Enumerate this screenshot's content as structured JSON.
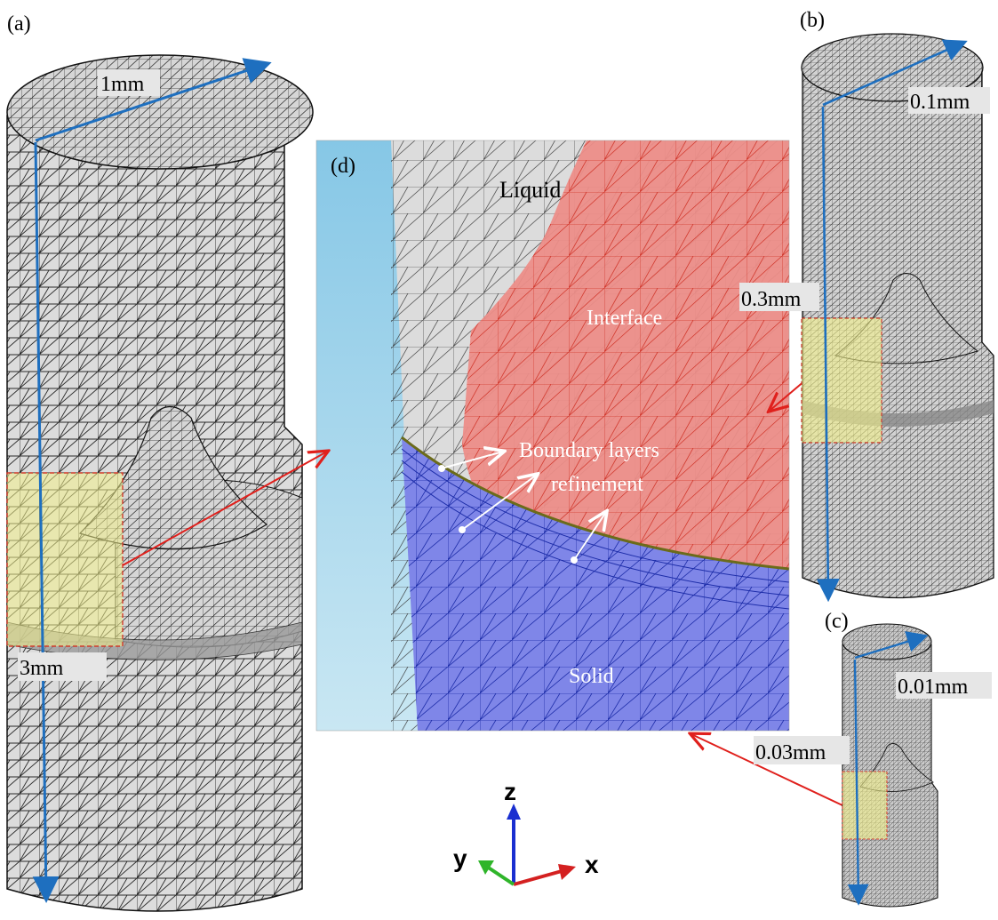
{
  "panels": {
    "a": {
      "label": "(a)",
      "top_dim": "1mm",
      "height_dim": "3mm"
    },
    "b": {
      "label": "(b)",
      "top_dim": "0.1mm",
      "height_dim": "0.3mm"
    },
    "c": {
      "label": "(c)",
      "top_dim": "0.01mm",
      "height_dim": "0.03mm"
    },
    "d": {
      "label": "(d)",
      "liquid": "Liquid",
      "interface": "Interface",
      "boundary_line1": "Boundary layers",
      "boundary_line2": "refinement",
      "solid": "Solid"
    }
  },
  "axes_triad": {
    "z": "z",
    "y": "y",
    "x": "x"
  },
  "colors": {
    "mesh_gray": "#d9d9d9",
    "mesh_line": "#222222",
    "dimension_arrow": "#1e6fbf",
    "highlight": "#f2f08a",
    "highlight_border": "#d03a2a",
    "link_arrow": "#e0201c",
    "interface": "#ec8d88",
    "solid": "#7f86e8",
    "background_blue": "#8fcbe6",
    "axis_z": "#1a2fd0",
    "axis_y": "#2fb52a",
    "axis_x": "#d42020"
  }
}
